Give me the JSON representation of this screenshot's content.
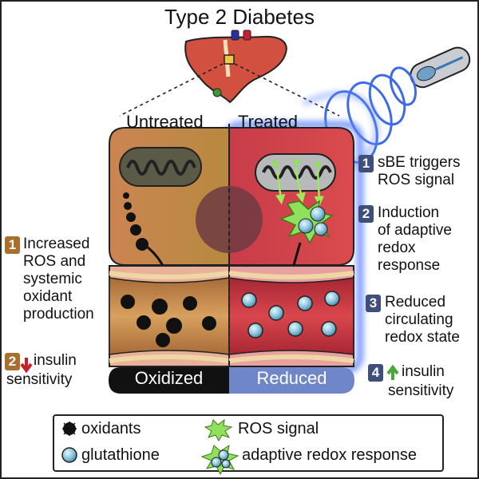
{
  "title": "Type 2 Diabetes",
  "columns": {
    "untreated": "Untreated",
    "treated": "Treated"
  },
  "left_steps": [
    {
      "num": "1",
      "lines": [
        "Increased",
        "ROS and",
        "systemic",
        "oxidant",
        "production"
      ]
    },
    {
      "num": "2",
      "arrow": "down",
      "lines": [
        "insulin",
        "sensitivity"
      ]
    }
  ],
  "right_steps": [
    {
      "num": "1",
      "lines": [
        "sBE triggers",
        "ROS signal"
      ]
    },
    {
      "num": "2",
      "lines": [
        "Induction",
        "of adaptive",
        "redox",
        "response"
      ]
    },
    {
      "num": "3",
      "lines": [
        "Reduced",
        "circulating",
        "redox state"
      ]
    },
    {
      "num": "4",
      "arrow": "up",
      "lines": [
        "insulin",
        "sensitivity"
      ]
    }
  ],
  "state_bar": {
    "left": "Oxidized",
    "right": "Reduced"
  },
  "legend": {
    "oxidants": "oxidants",
    "ros_signal": "ROS signal",
    "glutathione": "glutathione",
    "adaptive": "adaptive redox response"
  },
  "colors": {
    "badge_left": "#a86f2e",
    "badge_right": "#3d4f7a",
    "untreated_cell": "#c98a55",
    "treated_cell": "#d1404a",
    "oxidized_bar": "#111111",
    "reduced_bar": "#6f86c9",
    "glow": "#4f72e0",
    "down_arrow": "#c8202a",
    "up_arrow": "#4aa83a"
  }
}
